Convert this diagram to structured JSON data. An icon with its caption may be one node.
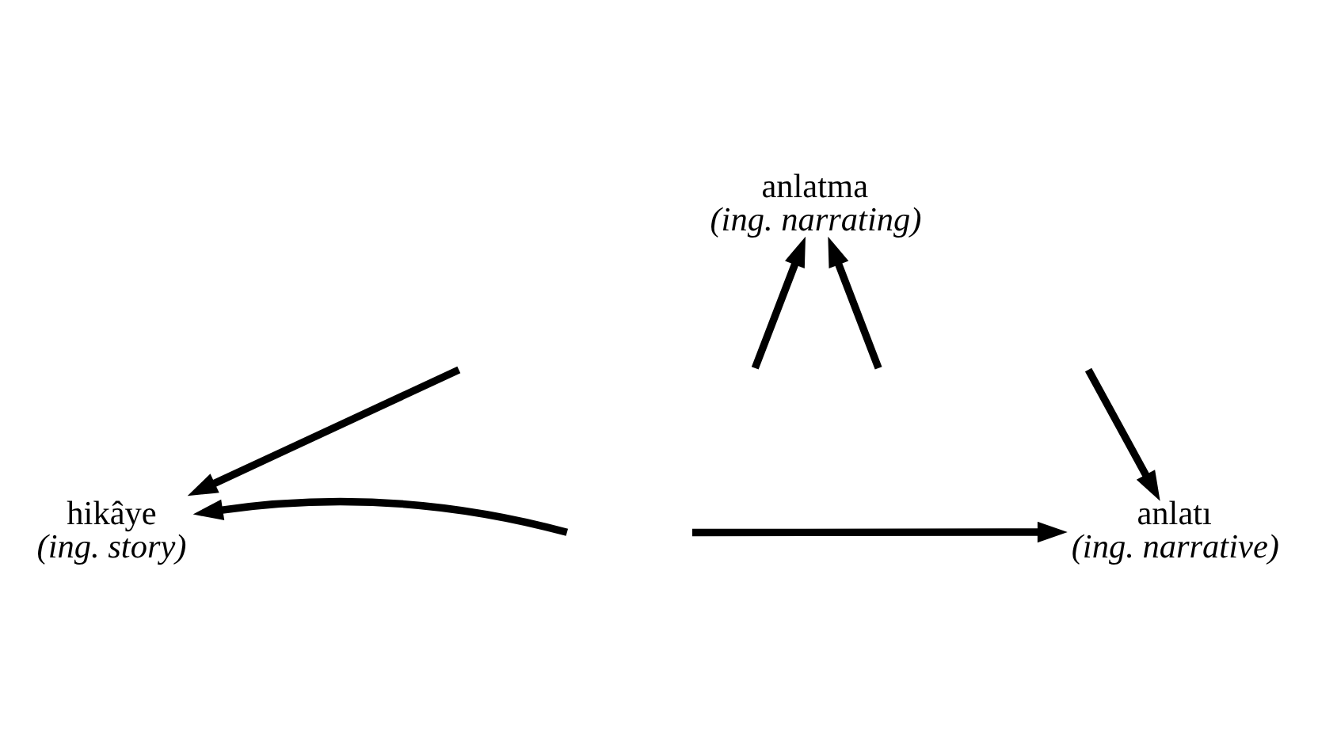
{
  "diagram": {
    "nodes": [
      {
        "text": [
          "anlatma",
          "(ing. narrating)"
        ]
      },
      {
        "text": [
          "hikâye",
          "(ing. story)"
        ]
      },
      {
        "text": [
          "anlatı",
          "(ing. narrative)"
        ]
      }
    ],
    "edges": [
      {
        "from": null,
        "to": 0,
        "arrow": "to"
      },
      {
        "from": null,
        "to": 1,
        "arrow": "to"
      },
      {
        "from": null,
        "to": 0,
        "arrow": "to"
      },
      {
        "from": null,
        "to": 2,
        "arrow": "to"
      },
      {
        "from": null,
        "to": 1,
        "arrow": "to"
      },
      {
        "from": null,
        "to": 2,
        "arrow": "to"
      }
    ]
  }
}
